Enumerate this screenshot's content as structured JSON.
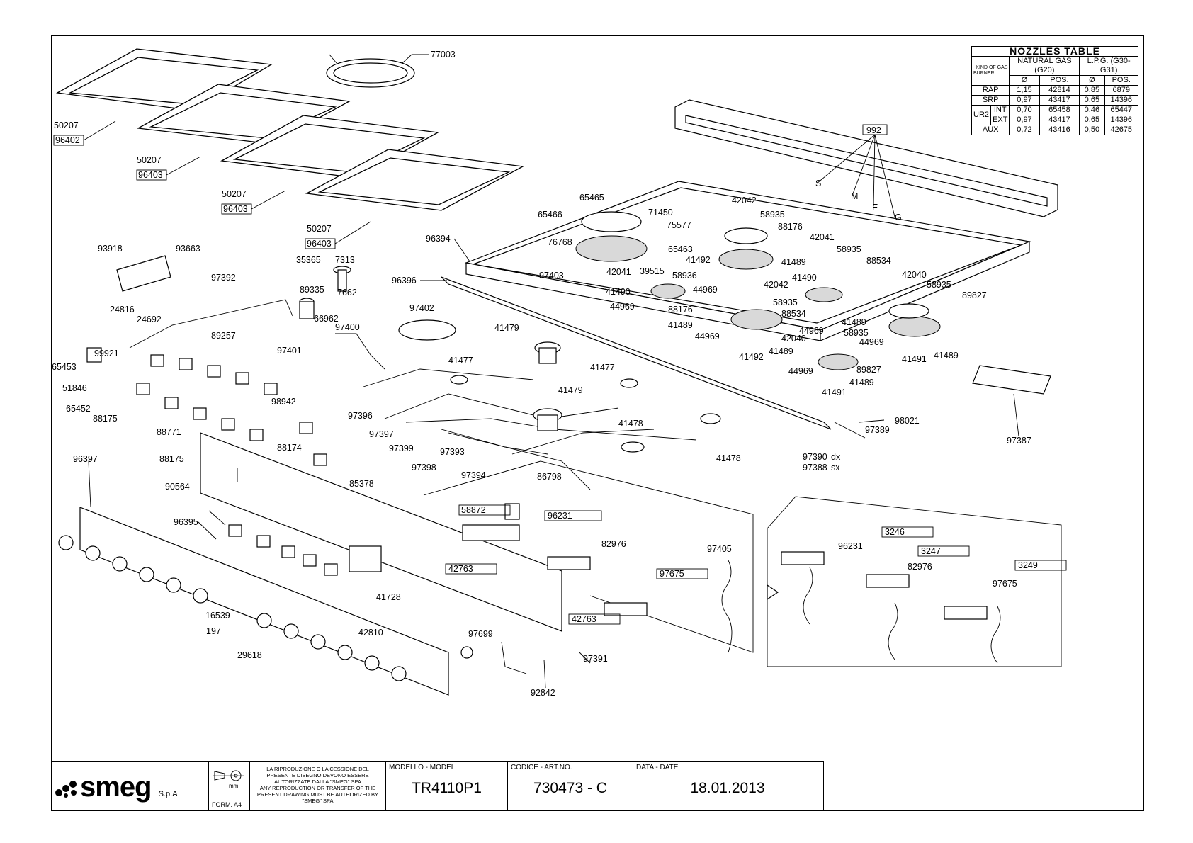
{
  "nozzles_table": {
    "title": "NOZZLES TABLE",
    "corner_top": "KIND OF GAS",
    "corner_bottom": "BURNER",
    "gas1": "NATURAL GAS (G20)",
    "gas2": "L.P.G. (G30-G31)",
    "col_dia": "Ø",
    "col_pos": "POS.",
    "rows": [
      {
        "burner": "RAP",
        "sub": "",
        "ng_d": "1,15",
        "ng_p": "42814",
        "lpg_d": "0,85",
        "lpg_p": "6879"
      },
      {
        "burner": "SRP",
        "sub": "",
        "ng_d": "0,97",
        "ng_p": "43417",
        "lpg_d": "0,65",
        "lpg_p": "14396"
      },
      {
        "burner": "UR2",
        "sub": "INT",
        "ng_d": "0,70",
        "ng_p": "65458",
        "lpg_d": "0,46",
        "lpg_p": "65447"
      },
      {
        "burner": "",
        "sub": "EXT",
        "ng_d": "0,97",
        "ng_p": "43417",
        "lpg_d": "0,65",
        "lpg_p": "14396"
      },
      {
        "burner": "AUX",
        "sub": "",
        "ng_d": "0,72",
        "ng_p": "43416",
        "lpg_d": "0,50",
        "lpg_p": "42675"
      }
    ]
  },
  "labels": {
    "l77003": "77003",
    "l50207a": "50207",
    "l96402": "96402",
    "l50207b": "50207",
    "l96403a": "96403",
    "l50207c": "50207",
    "l96403b": "96403",
    "l50207d": "50207",
    "l96403c": "96403",
    "l93918": "93918",
    "l93663": "93663",
    "l24816": "24816",
    "l24692": "24692",
    "l97392": "97392",
    "l35365": "35365",
    "l7313": "7313",
    "l89335": "89335",
    "l7662": "7662",
    "l66962": "66962",
    "l89257": "89257",
    "l99921": "99921",
    "l65453": "65453",
    "l51846": "51846",
    "l65452": "65452",
    "l88175a": "88175",
    "l88771": "88771",
    "l98942": "98942",
    "l88174": "88174",
    "l88175b": "88175",
    "l97401": "97401",
    "l97400": "97400",
    "l97402": "97402",
    "l96396": "96396",
    "l96394": "96394",
    "l65465": "65465",
    "l65466": "65466",
    "l71450": "71450",
    "l75577": "75577",
    "l76768": "76768",
    "l65463": "65463",
    "l97403": "97403",
    "l42041a": "42041",
    "l39515": "39515",
    "l41490a": "41490",
    "l44969a": "44969",
    "l58936": "58936",
    "l88176a": "88176",
    "l41489a": "41489",
    "l42042a": "42042",
    "l58935a": "58935",
    "l88176b": "88176",
    "l41492a": "41492",
    "l44969b": "44969",
    "l41489b": "41489",
    "l42042b": "42042",
    "l41490b": "41490",
    "l42041b": "42041",
    "l58935b": "58935",
    "l88534a": "88534",
    "l58935c": "58935",
    "l88534b": "88534",
    "l42040a": "42040",
    "l58935d": "58935",
    "l89827a": "89827",
    "l44969c": "44969",
    "l41489c": "41489",
    "l44969d": "44969",
    "l41492b": "41492",
    "l41489d": "41489",
    "l42040b": "42040",
    "l58935e": "58935",
    "l44969e": "44969",
    "l41489e": "41489",
    "l41491a": "41491",
    "l44969f": "44969",
    "l89827b": "89827",
    "l41489f": "41489",
    "l41491b": "41491",
    "l992": "992",
    "l41479a": "41479",
    "l41477a": "41477",
    "l41477b": "41477",
    "l41479b": "41479",
    "l97396": "97396",
    "l97397": "97397",
    "l97399": "97399",
    "l97393": "97393",
    "l97398": "97398",
    "l41478a": "41478",
    "l41478b": "41478",
    "l97394": "97394",
    "l98021": "98021",
    "l97389": "97389",
    "l97387": "97387",
    "l97390": "97390",
    "l97388": "97388",
    "ldx": "dx",
    "lsx": "sx",
    "l96397": "96397",
    "l90564": "90564",
    "l85378": "85378",
    "l86798": "86798",
    "l58872": "58872",
    "l96231a": "96231",
    "l96395": "96395",
    "l82976a": "82976",
    "l97405": "97405",
    "l42763a": "42763",
    "l97675a": "97675",
    "l42763b": "42763",
    "l41728": "41728",
    "l16539": "16539",
    "l197": "197",
    "l29618": "29618",
    "l42810": "42810",
    "l97699": "97699",
    "l97391": "97391",
    "l92842": "92842",
    "l3246": "3246",
    "l96231b": "96231",
    "l3247": "3247",
    "l82976b": "82976",
    "l3249": "3249",
    "l97675b": "97675",
    "badge1": "S",
    "badge2": "M",
    "badge3": "E",
    "badge4": "G",
    "mm": "mm"
  },
  "title_block": {
    "brand": "smeg",
    "brand_suffix": "S.p.A",
    "form": "FORM. A4",
    "note_it": "LA RIPRODUZIONE O LA CESSIONE DEL PRESENTE DISEGNO DEVONO ESSERE AUTORIZZATE DALLA \"SMEG\" SPA",
    "note_en": "ANY REPRODUCTION OR TRANSFER OF THE PRESENT DRAWING MUST BE AUTHORIZED BY \"SMEG\" SPA",
    "model_head": "MODELLO - MODEL",
    "model": "TR4110P1",
    "code_head": "CODICE - ART.NO.",
    "code": "730473 - C",
    "date_head": "DATA - DATE",
    "date": "18.01.2013"
  }
}
